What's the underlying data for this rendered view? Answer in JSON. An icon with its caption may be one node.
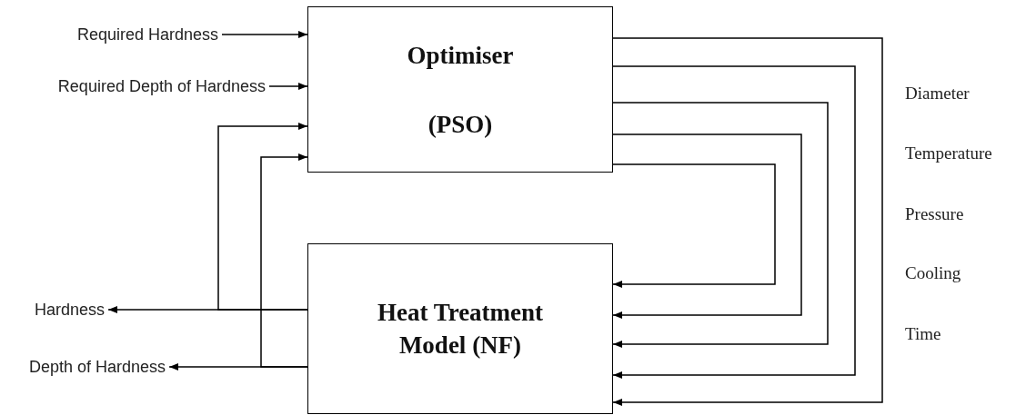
{
  "diagram": {
    "nodes": [
      {
        "text": [
          "Required Hardness"
        ]
      },
      {
        "text": [
          "Required Depth of Hardness"
        ]
      },
      {
        "text": [
          "Optimiser",
          "(PSO)"
        ]
      },
      {
        "text": [
          "Heat Treatment Model (NF)"
        ]
      },
      {
        "text": [
          "Hardness"
        ]
      },
      {
        "text": [
          "Depth of Hardness"
        ]
      }
    ],
    "edges": [
      {
        "from": 0,
        "to": 2,
        "arrow": "to"
      },
      {
        "from": 1,
        "to": 2,
        "arrow": "to"
      },
      {
        "from": 3,
        "to": 4,
        "arrow": "to"
      },
      {
        "from": 3,
        "to": 5,
        "arrow": "to"
      },
      {
        "from": 3,
        "to": 2,
        "arrow": "to"
      },
      {
        "from": 3,
        "to": 2,
        "arrow": "to"
      },
      {
        "from": 2,
        "to": 3,
        "arrow": "to"
      },
      {
        "from": 2,
        "to": 3,
        "arrow": "to"
      },
      {
        "from": 2,
        "to": 3,
        "arrow": "to"
      },
      {
        "from": 2,
        "to": 3,
        "arrow": "to"
      },
      {
        "from": 2,
        "to": 3,
        "arrow": "to"
      }
    ],
    "labels": [
      "Diameter",
      "Temperature",
      "Pressure",
      "Cooling",
      "Time"
    ]
  }
}
